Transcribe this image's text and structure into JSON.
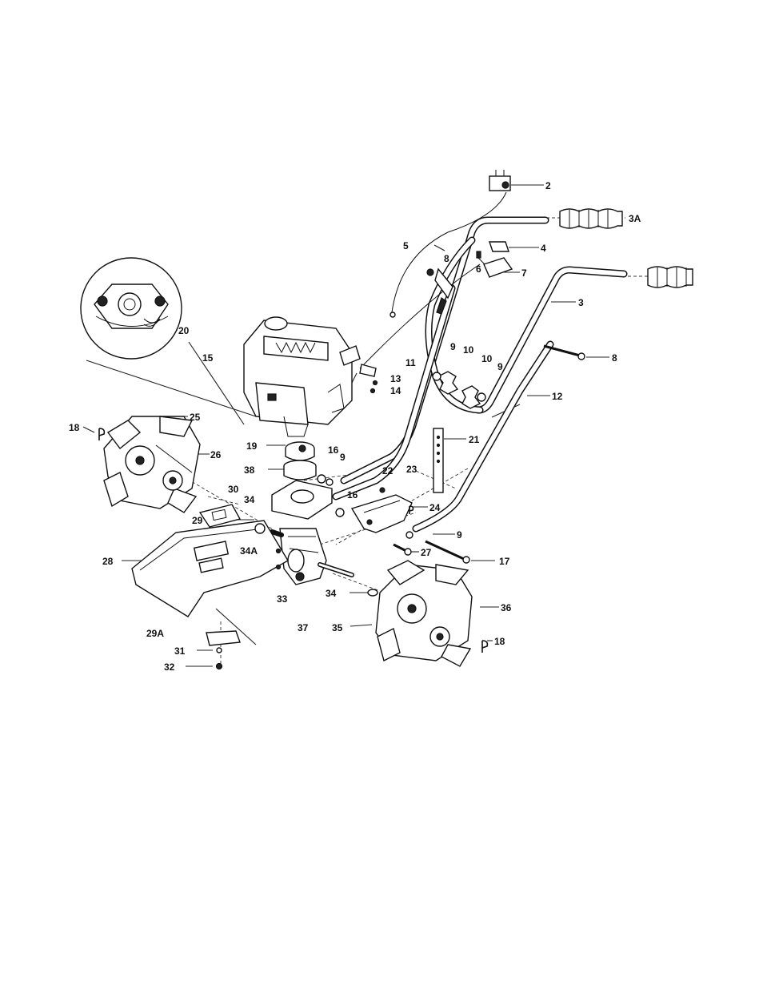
{
  "diagram": {
    "labels": {
      "l2": "2",
      "l3A": "3A",
      "l5": "5",
      "l4": "4",
      "l8a": "8",
      "l6": "6",
      "l7": "7",
      "l3": "3",
      "l20": "20",
      "l15": "15",
      "l9a": "9",
      "l10a": "10",
      "l10b": "10",
      "l9b": "9",
      "l8b": "8",
      "l11": "11",
      "l13": "13",
      "l14": "14",
      "l12": "12",
      "l18a": "18",
      "l25": "25",
      "l26": "26",
      "l19": "19",
      "l21": "21",
      "l16a": "16",
      "l9c": "9",
      "l38": "38",
      "l22": "22",
      "l23": "23",
      "l30": "30",
      "l34a": "34",
      "l16b": "16",
      "l24": "24",
      "l29": "29",
      "l9d": "9",
      "l34A": "34A",
      "l27": "27",
      "l28": "28",
      "l17": "17",
      "l33": "33",
      "l34b": "34",
      "l37": "37",
      "l36": "36",
      "l35": "35",
      "l29A": "29A",
      "l18b": "18",
      "l31": "31",
      "l32": "32"
    }
  }
}
